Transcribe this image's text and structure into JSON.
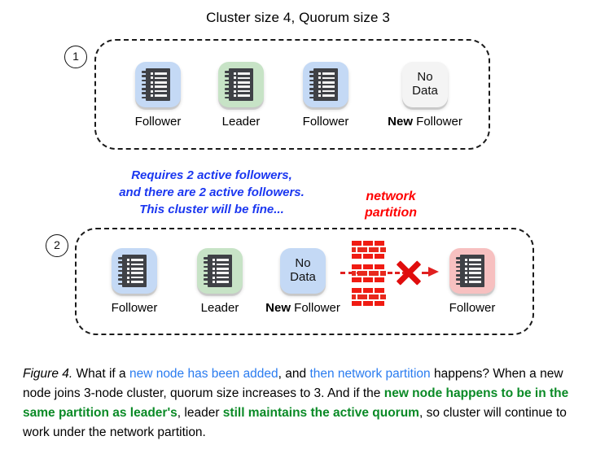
{
  "title": "Cluster size 4, Quorum size 3",
  "colors": {
    "follower_tile": "#c4d9f5",
    "leader_tile": "#c7e3c6",
    "nodata_tile_gray": "#f4f4f4",
    "nodata_tile_blue": "#c4d9f5",
    "partitioned_tile": "#f7c0c0",
    "annotation_blue": "#1b37f0",
    "partition_red": "#fe0000",
    "caption_blue": "#2a7cf0",
    "caption_green": "#0a8a26",
    "brick_red": "#f01b12"
  },
  "panels": [
    {
      "badge": "1",
      "nodes": [
        {
          "icon": "notebook-icon",
          "tile": "blue",
          "label_bold": "",
          "label": "Follower"
        },
        {
          "icon": "notebook-icon",
          "tile": "green",
          "label_bold": "",
          "label": "Leader"
        },
        {
          "icon": "notebook-icon",
          "tile": "blue",
          "label_bold": "",
          "label": "Follower"
        },
        {
          "icon": "no-data-text",
          "tile": "gray",
          "label_bold": "New",
          "label": " Follower",
          "tile_text_line1": "No",
          "tile_text_line2": "Data"
        }
      ]
    },
    {
      "badge": "2",
      "nodes": [
        {
          "icon": "notebook-icon",
          "tile": "blue",
          "label_bold": "",
          "label": "Follower"
        },
        {
          "icon": "notebook-icon",
          "tile": "green",
          "label_bold": "",
          "label": "Leader"
        },
        {
          "icon": "no-data-text",
          "tile": "blue",
          "label_bold": "New",
          "label": " Follower",
          "tile_text_line1": "No",
          "tile_text_line2": "Data"
        },
        {
          "icon": "notebook-icon",
          "tile": "pink",
          "label_bold": "",
          "label": "Follower"
        }
      ]
    }
  ],
  "blue_note": {
    "line1": "Requires 2 active followers,",
    "line2": "and there are 2 active followers.",
    "line3": "This cluster will be fine..."
  },
  "red_note": {
    "line1": "network",
    "line2": "partition"
  },
  "caption": {
    "fignum": "Figure 4.",
    "t1": " What if a ",
    "blue1": "new node has been added",
    "t2": ", and ",
    "blue2": "then network partition",
    "t3": " happens? When a new node joins 3-node cluster, quorum size increases to 3. And if the ",
    "green1": "new node happens to be in the same partition as leader's",
    "t4": ", leader ",
    "green2": "still maintains the active quorum",
    "t5": ", so cluster will continue to work under the network partition."
  }
}
